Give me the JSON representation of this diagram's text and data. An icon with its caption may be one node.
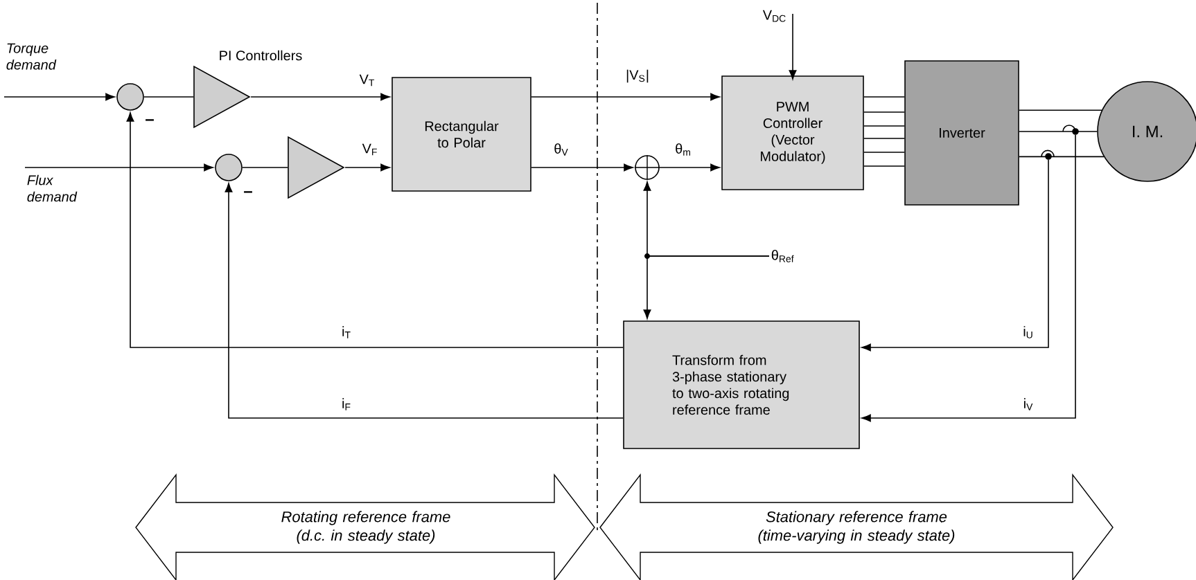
{
  "diagram": {
    "nodes": [
      {
        "text": [
          "Torque demand"
        ]
      },
      {
        "text": [
          "Flux demand"
        ]
      },
      {
        "text": [],
        "shape": "circle"
      },
      {
        "text": [],
        "shape": "triangle"
      },
      {
        "text": [],
        "shape": "circle"
      },
      {
        "text": [],
        "shape": "triangle"
      },
      {
        "text": [
          "Rectangular to Polar"
        ]
      },
      {
        "text": [
          "V$_{DC}$"
        ]
      },
      {
        "text": [],
        "shape": "circle"
      },
      {
        "text": [
          "PWM Controller (Vector Modulator)"
        ]
      },
      {
        "text": [
          "Inverter"
        ]
      },
      {
        "text": [
          "I. M."
        ]
      },
      {
        "text": [
          "θ$_{Ref}$"
        ]
      },
      {
        "text": [
          "Transform from 3-phase stationary to two-axis rotating reference frame"
        ]
      },
      {
        "text": [
          "Rotating reference frame (d.c. in steady state)"
        ]
      },
      {
        "text": [
          "Stationary reference frame (time-varying in steady state)"
        ]
      },
      {
        "text": [],
        "shape": "circle"
      },
      {
        "text": [],
        "shape": "circle"
      }
    ],
    "edges": [
      {
        "from": 0,
        "to": 2,
        "arrow": "to"
      },
      {
        "from": 2,
        "to": 3,
        "arrow": "none"
      },
      {
        "from": 3,
        "to": 6,
        "arrow": "to",
        "label": "V$_{T}$"
      },
      {
        "from": 1,
        "to": 4,
        "arrow": "to"
      },
      {
        "from": 4,
        "to": 5,
        "arrow": "none"
      },
      {
        "from": 5,
        "to": 6,
        "arrow": "to",
        "label": "V$_{F}$"
      },
      {
        "from": 6,
        "to": 9,
        "arrow": "to",
        "label": "|V$_{S}$|"
      },
      {
        "from": 6,
        "to": 8,
        "arrow": "to",
        "label": "θ$_{V}$"
      },
      {
        "from": 8,
        "to": 9,
        "arrow": "to",
        "label": "θ$_{m}$"
      },
      {
        "from": 7,
        "to": 9,
        "arrow": "to"
      },
      {
        "from": 9,
        "to": 10,
        "arrow": "none"
      },
      {
        "from": 9,
        "to": 10,
        "arrow": "none"
      },
      {
        "from": 9,
        "to": 10,
        "arrow": "none"
      },
      {
        "from": 9,
        "to": 10,
        "arrow": "none"
      },
      {
        "from": 9,
        "to": 10,
        "arrow": "none"
      },
      {
        "from": 9,
        "to": 10,
        "arrow": "none"
      },
      {
        "from": 10,
        "to": 11,
        "arrow": "none"
      },
      {
        "from": 10,
        "to": 11,
        "arrow": "none"
      },
      {
        "from": 10,
        "to": 11,
        "arrow": "none"
      },
      {
        "from": 16,
        "to": 13,
        "arrow": "to",
        "label": "i$_{U}$"
      },
      {
        "from": 17,
        "to": 13,
        "arrow": "to",
        "label": "i$_{V}$"
      },
      {
        "from": 13,
        "to": 2,
        "arrow": "to",
        "label": "i$_{T}$"
      },
      {
        "from": 13,
        "to": 4,
        "arrow": "to",
        "label": "i$_{F}$"
      },
      {
        "from": 12,
        "to": 8,
        "arrow": "to"
      },
      {
        "from": 12,
        "to": 13,
        "arrow": "to"
      }
    ],
    "labels": [
      "PI Controllers",
      "–",
      "–"
    ]
  }
}
